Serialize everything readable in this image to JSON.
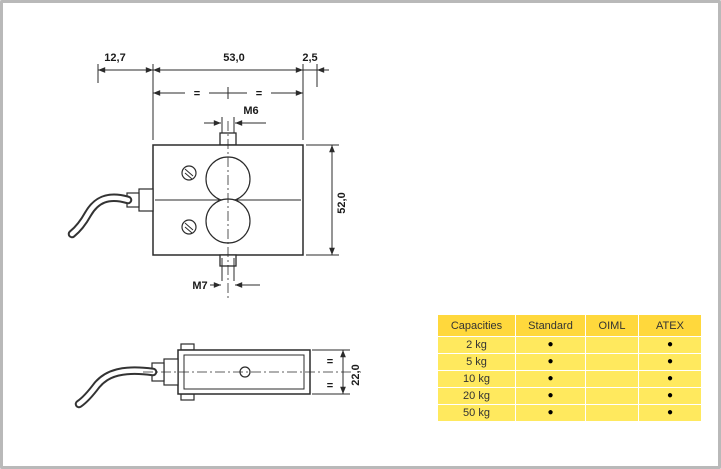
{
  "colors": {
    "line": "#2b2b2b",
    "page_border": "#b9b9b9",
    "table_header_bg": "#ffd83c",
    "table_row_bg": "#ffe95e",
    "dot_color": "#000000"
  },
  "front_view": {
    "dim_left": "12,7",
    "dim_width": "53,0",
    "dim_right": "2,5",
    "equal_mark_left": "=",
    "equal_mark_right": "=",
    "thread_top": "M6",
    "thread_bottom": "M7",
    "dim_height": "52,0"
  },
  "top_view": {
    "equal_mark_top": "=",
    "equal_mark_bottom": "=",
    "dim_height": "22,0"
  },
  "table": {
    "headers": [
      "Capacities",
      "Standard",
      "OIML",
      "ATEX"
    ],
    "rows": [
      [
        "2 kg",
        "●",
        "",
        "●"
      ],
      [
        "5 kg",
        "●",
        "",
        "●"
      ],
      [
        "10 kg",
        "●",
        "",
        "●"
      ],
      [
        "20 kg",
        "●",
        "",
        "●"
      ],
      [
        "50 kg",
        "●",
        "",
        "●"
      ]
    ]
  }
}
